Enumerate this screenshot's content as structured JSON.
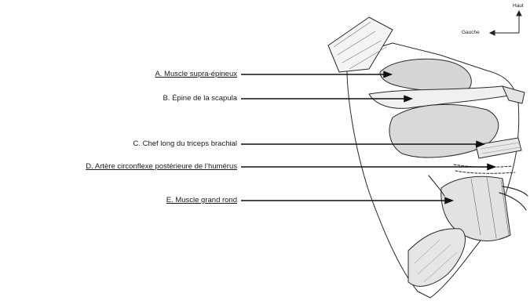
{
  "orientation": {
    "up": "Haut",
    "left": "Gauche"
  },
  "labels": [
    {
      "id": "A",
      "text": "A. Muscle supra-épineux",
      "underlined": true
    },
    {
      "id": "B",
      "text": "B. Épine de la scapula",
      "underlined": false
    },
    {
      "id": "C",
      "text": "C. Chef long du triceps brachial",
      "underlined": false
    },
    {
      "id": "D",
      "text": "D. Artère circonflexe postérieure de l’humérus",
      "underlined": true
    },
    {
      "id": "E",
      "text": "E. Muscle grand rond",
      "underlined": true
    }
  ]
}
